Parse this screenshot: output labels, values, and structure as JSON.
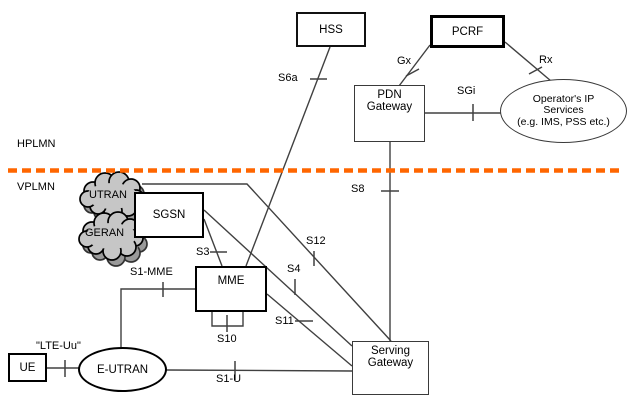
{
  "regions": {
    "top": "HPLMN",
    "bottom": "VPLMN"
  },
  "nodes": {
    "hss": {
      "label": "HSS"
    },
    "pcrf": {
      "label": "PCRF"
    },
    "pdn_gateway": {
      "lines": [
        "PDN",
        "Gateway"
      ]
    },
    "operator_services": {
      "lines": [
        "Operator's IP",
        "Services",
        "(e.g. IMS, PSS etc.)"
      ]
    },
    "sgsn": {
      "label": "SGSN"
    },
    "mme": {
      "label": "MME"
    },
    "serving_gateway": {
      "lines": [
        "Serving",
        "Gateway"
      ]
    },
    "ue": {
      "label": "UE"
    },
    "eutran": {
      "label": "E-UTRAN"
    },
    "utran_cloud": {
      "label": "UTRAN"
    },
    "geran_cloud": {
      "label": "GERAN"
    }
  },
  "interfaces": {
    "s6a": "S6a",
    "gx": "Gx",
    "rx": "Rx",
    "sgi": "SGi",
    "s8": "S8",
    "s3": "S3",
    "s12": "S12",
    "s4": "S4",
    "s11": "S11",
    "s10": "S10",
    "s1_mme": "S1-MME",
    "lte_uu": "\"LTE-Uu\"",
    "s1_u": "S1-U"
  },
  "colors": {
    "boundary": "#FF6600",
    "connector": "#404040",
    "cloud_fill": "#c6c6c6",
    "cloud_shadow": "#9a9a9a"
  }
}
